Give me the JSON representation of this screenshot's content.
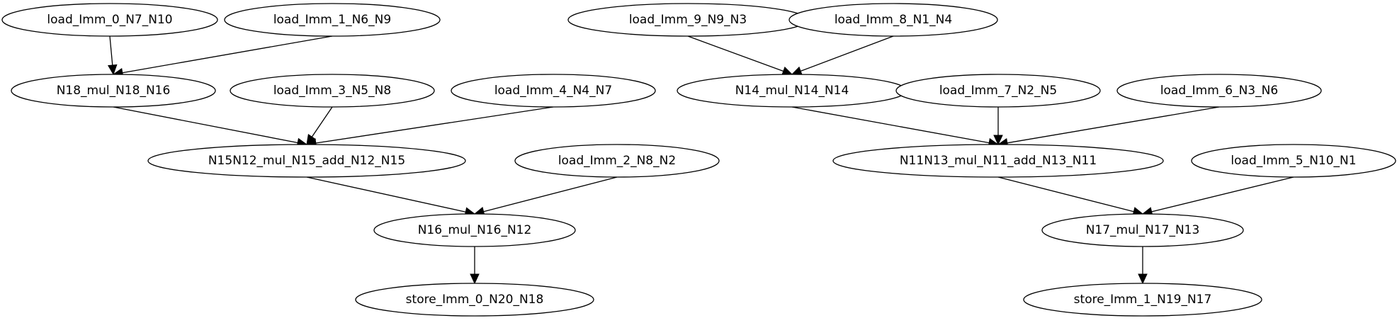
{
  "graph": {
    "nodes": [
      {
        "id": "load_Imm_0_N7_N10",
        "label": "load_Imm_0_N7_N10"
      },
      {
        "id": "load_Imm_1_N6_N9",
        "label": "load_Imm_1_N6_N9"
      },
      {
        "id": "load_Imm_9_N9_N3",
        "label": "load_Imm_9_N9_N3"
      },
      {
        "id": "load_Imm_8_N1_N4",
        "label": "load_Imm_8_N1_N4"
      },
      {
        "id": "N18_mul_N18_N16",
        "label": "N18_mul_N18_N16"
      },
      {
        "id": "load_Imm_3_N5_N8",
        "label": "load_Imm_3_N5_N8"
      },
      {
        "id": "load_Imm_4_N4_N7",
        "label": "load_Imm_4_N4_N7"
      },
      {
        "id": "N14_mul_N14_N14",
        "label": "N14_mul_N14_N14"
      },
      {
        "id": "load_Imm_7_N2_N5",
        "label": "load_Imm_7_N2_N5"
      },
      {
        "id": "load_Imm_6_N3_N6",
        "label": "load_Imm_6_N3_N6"
      },
      {
        "id": "N15N12_mul_N15_add_N12_N15",
        "label": "N15N12_mul_N15_add_N12_N15"
      },
      {
        "id": "load_Imm_2_N8_N2",
        "label": "load_Imm_2_N8_N2"
      },
      {
        "id": "N11N13_mul_N11_add_N13_N11",
        "label": "N11N13_mul_N11_add_N13_N11"
      },
      {
        "id": "load_Imm_5_N10_N1",
        "label": "load_Imm_5_N10_N1"
      },
      {
        "id": "N16_mul_N16_N12",
        "label": "N16_mul_N16_N12"
      },
      {
        "id": "N17_mul_N17_N13",
        "label": "N17_mul_N17_N13"
      },
      {
        "id": "store_Imm_0_N20_N18",
        "label": "store_Imm_0_N20_N18"
      },
      {
        "id": "store_Imm_1_N19_N17",
        "label": "store_Imm_1_N19_N17"
      }
    ],
    "edges": [
      {
        "from": "load_Imm_0_N7_N10",
        "to": "N18_mul_N18_N16"
      },
      {
        "from": "load_Imm_1_N6_N9",
        "to": "N18_mul_N18_N16"
      },
      {
        "from": "load_Imm_9_N9_N3",
        "to": "N14_mul_N14_N14"
      },
      {
        "from": "load_Imm_8_N1_N4",
        "to": "N14_mul_N14_N14"
      },
      {
        "from": "N18_mul_N18_N16",
        "to": "N15N12_mul_N15_add_N12_N15"
      },
      {
        "from": "load_Imm_3_N5_N8",
        "to": "N15N12_mul_N15_add_N12_N15"
      },
      {
        "from": "load_Imm_4_N4_N7",
        "to": "N15N12_mul_N15_add_N12_N15"
      },
      {
        "from": "N14_mul_N14_N14",
        "to": "N11N13_mul_N11_add_N13_N11"
      },
      {
        "from": "load_Imm_7_N2_N5",
        "to": "N11N13_mul_N11_add_N13_N11"
      },
      {
        "from": "load_Imm_6_N3_N6",
        "to": "N11N13_mul_N11_add_N13_N11"
      },
      {
        "from": "N15N12_mul_N15_add_N12_N15",
        "to": "N16_mul_N16_N12"
      },
      {
        "from": "load_Imm_2_N8_N2",
        "to": "N16_mul_N16_N12"
      },
      {
        "from": "N11N13_mul_N11_add_N13_N11",
        "to": "N17_mul_N17_N13"
      },
      {
        "from": "load_Imm_5_N10_N1",
        "to": "N17_mul_N17_N13"
      },
      {
        "from": "N16_mul_N16_N12",
        "to": "store_Imm_0_N20_N18"
      },
      {
        "from": "N17_mul_N17_N13",
        "to": "store_Imm_1_N19_N17"
      }
    ]
  }
}
